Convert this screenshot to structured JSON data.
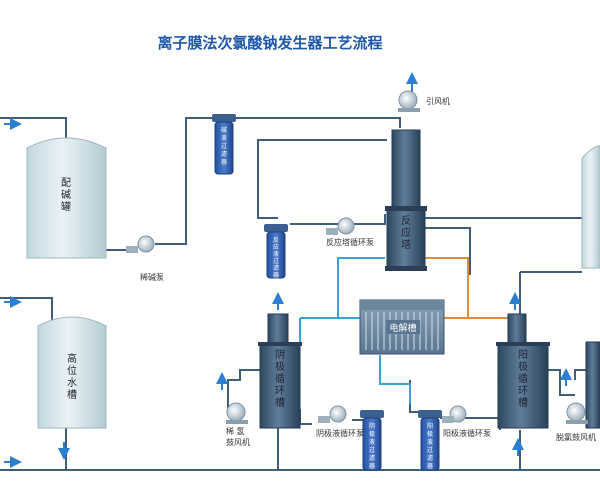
{
  "title": "离子膜法次氯酸钠发生器工艺流程",
  "equipment": {
    "alkali_tank": "配碱罐",
    "head_tank": "高位水槽",
    "reactor": "反应塔",
    "cathode_tank": "阴极循环槽",
    "anode_tank": "阳极循环槽",
    "electrolyzer": "电解槽",
    "filter_top": "碱液过滤器",
    "filter_reactor": "反应液过滤器",
    "filter_cathode": "阴极液过滤器",
    "filter_anode": "阳极液过滤器"
  },
  "labels": {
    "induced_fan": "引风机",
    "dilute_pump": "稀碱泵",
    "reactor_pump": "反应塔循环泵",
    "cathode_pump": "阴极液循环泵",
    "anode_pump": "阳极液循环泵",
    "h2_fan": "稀  氢\n鼓风机",
    "cl_fan": "脱氯鼓风机"
  },
  "colors": {
    "pipe": "#3f5e7d",
    "water_line": "#3aa0d8",
    "anode_line": "#e08a3a",
    "arrow": "#2a7fd0",
    "tank_light": "#d6e6ec",
    "tank_dark": "#3d5670",
    "filter": "#2f5fa8"
  }
}
